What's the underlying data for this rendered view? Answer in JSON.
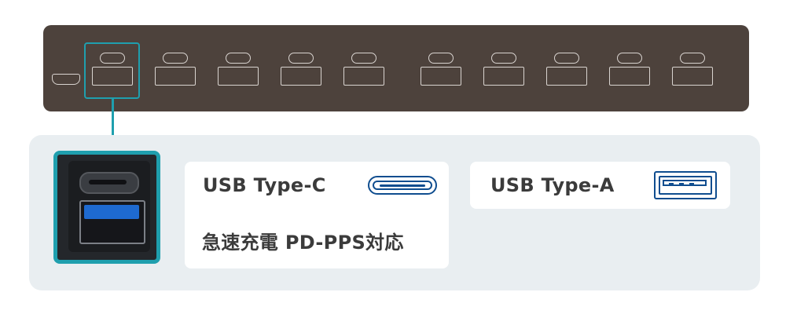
{
  "hub": {
    "port_count": 10,
    "highlighted_port": 1
  },
  "labels": {
    "usb_c": "USB Type-C",
    "fast_charge": "急速充電 PD-PPS対応",
    "usb_a": "USB Type-A"
  },
  "colors": {
    "hub_body": "#4d423c",
    "accent": "#1f9fae",
    "icon_blue": "#0f4d8f",
    "panel_bg": "#e9eef1"
  },
  "icons": {
    "usb_c": "usb-type-c-icon",
    "usb_a": "usb-type-a-icon"
  }
}
